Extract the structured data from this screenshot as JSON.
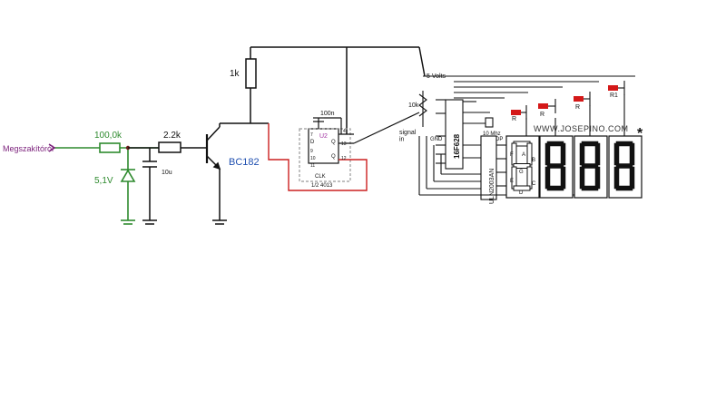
{
  "input": {
    "label": "Megszakítóról",
    "color": "#7a1e7a"
  },
  "components": {
    "r_in": "100,0k",
    "zener": "5,1V",
    "r_base": "2.2k",
    "cap_in": "10u",
    "transistor": "BC182",
    "r_collector": "1k",
    "cap_ff": "100n",
    "ff_ref": "U2",
    "ff_part": "1/2 4013",
    "ff_pins": {
      "d": "D",
      "clk": "CLK",
      "q": "Q",
      "qn": "Q"
    },
    "ff_pin_numbers": [
      "7",
      "9",
      "10",
      "11",
      "4",
      "13",
      "12"
    ],
    "trim": "10k",
    "signal": "signal\nin",
    "supply": "5 Volts",
    "gnd": "GND",
    "mcu": "16F628",
    "crystal": "10 Mhz",
    "driver": "ULN2003AN",
    "seg_resistors": [
      "R",
      "R",
      "R",
      "R1"
    ],
    "dp": "DP",
    "website": "WWW.JOSEPINO.COM",
    "star": "*",
    "seg_letters": [
      "A",
      "F",
      "G",
      "B",
      "E",
      "C",
      "D"
    ]
  },
  "colors": {
    "green_net": "#2e8a2e",
    "blue_label": "#2050b0",
    "red_highlight": "#cc2020",
    "resistor_red": "#d41818"
  }
}
